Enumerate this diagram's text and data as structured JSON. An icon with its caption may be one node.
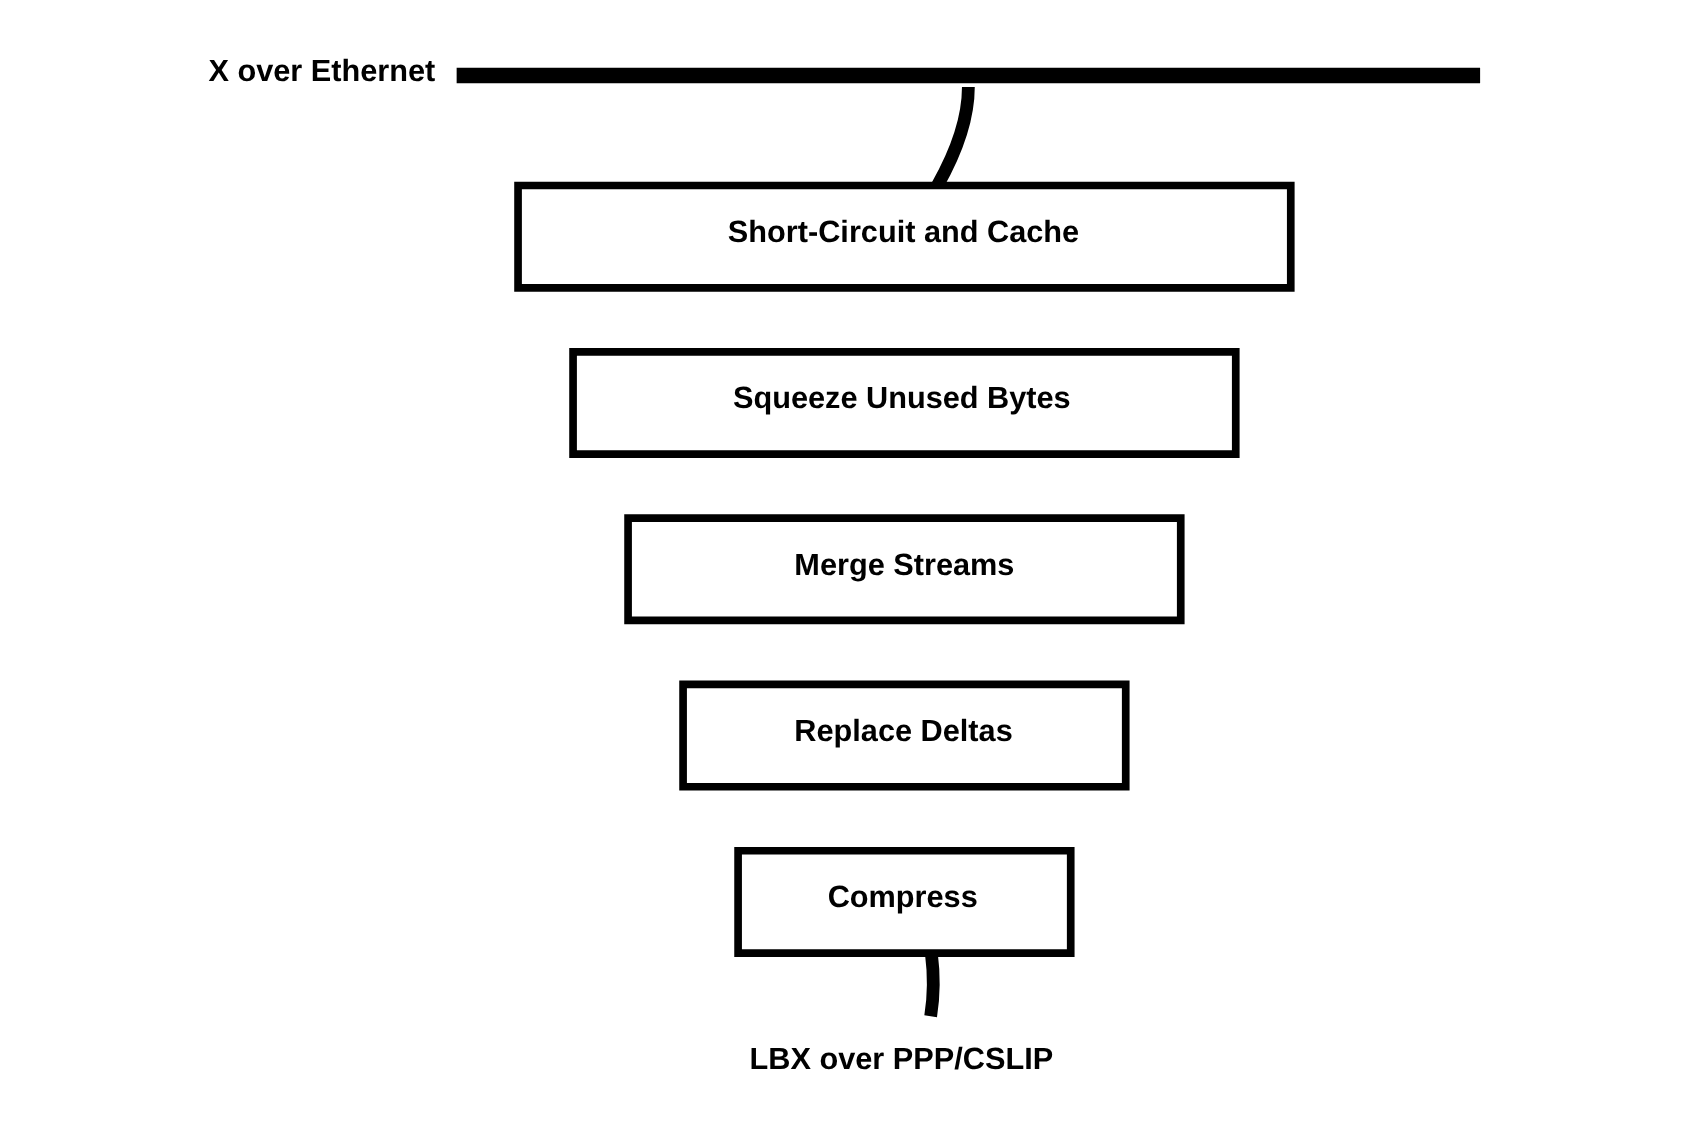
{
  "diagram": {
    "nodes": [
      {
        "text": [],
        "shape": "bar",
        "beside": [
          "X over Ethernet"
        ]
      },
      {
        "text": [
          "Short-Circuit and Cache"
        ]
      },
      {
        "text": [
          "Squeeze Unused Bytes"
        ]
      },
      {
        "text": [
          "Merge Streams"
        ]
      },
      {
        "text": [
          "Replace Deltas"
        ]
      },
      {
        "text": [
          "Compress"
        ]
      },
      {
        "text": [
          "LBX over PPP/CSLIP"
        ]
      }
    ],
    "edges": [
      {
        "from": 0,
        "to": 1,
        "arrow": "none"
      },
      {
        "from": 5,
        "to": 6,
        "arrow": "none"
      }
    ]
  }
}
